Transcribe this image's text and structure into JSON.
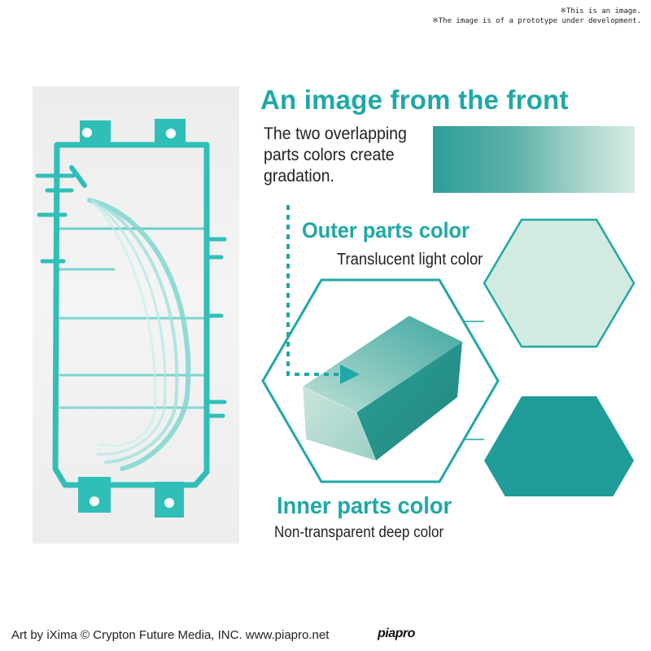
{
  "notice": {
    "line1": "※This is an image.",
    "line2": "※The image is of a prototype under development."
  },
  "headline": "An image from the front",
  "gradation_desc": "The two overlapping parts colors create gradation.",
  "outer": {
    "title": "Outer parts color",
    "desc": "Translucent light color",
    "color": "#d3eae1"
  },
  "inner": {
    "title": "Inner parts color",
    "desc": "Non-transparent deep color",
    "color": "#1f9c9a"
  },
  "colors": {
    "accent": "#1fa8a6",
    "runner": "#2fbfb8",
    "gradient_start": "#2c9e97",
    "gradient_end": "#d9ece5"
  },
  "credit": "Art by iXima © Crypton Future Media, INC. www.piapro.net",
  "logo": "piapro"
}
